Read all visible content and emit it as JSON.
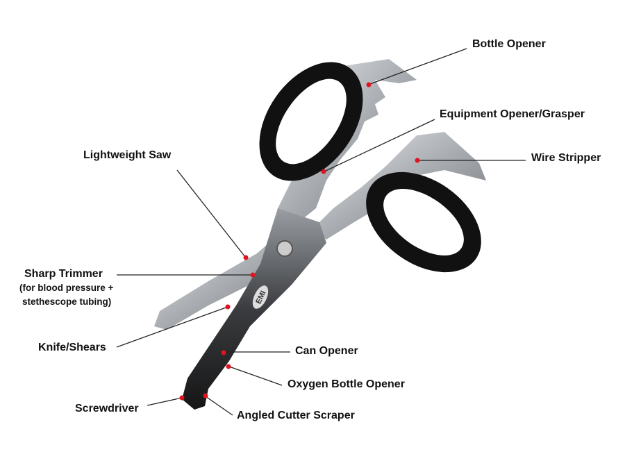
{
  "brand_logo": "EMI",
  "callouts": {
    "bottle_opener": "Bottle Opener",
    "equipment_opener": "Equipment Opener/Grasper",
    "wire_stripper": "Wire Stripper",
    "lightweight_saw": "Lightweight Saw",
    "sharp_trimmer": "Sharp Trimmer",
    "sharp_trimmer_note_1": "(for blood pressure +",
    "sharp_trimmer_note_2": "stethescope tubing)",
    "knife_shears": "Knife/Shears",
    "can_opener": "Can Opener",
    "oxygen_bottle_opener": "Oxygen Bottle Opener",
    "screwdriver": "Screwdriver",
    "angled_cutter_scraper": "Angled Cutter Scraper"
  },
  "colors": {
    "marker": "#e0141e",
    "handle": "#111111",
    "steel": "#b9bcc0"
  }
}
